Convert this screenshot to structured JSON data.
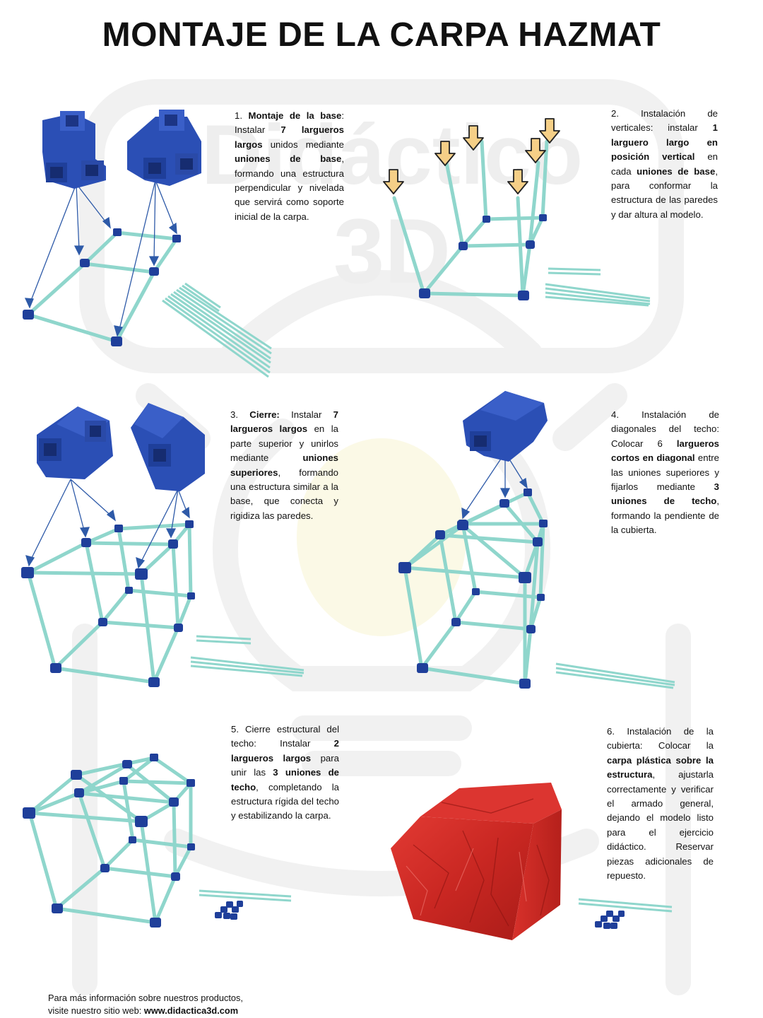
{
  "title": "MONTAJE DE LA CARPA HAZMAT",
  "steps": [
    {
      "number": "1.",
      "segments": [
        {
          "t": "1.",
          "b": false
        },
        {
          "t": " "
        },
        {
          "t": "Montaje de la base",
          "b": true
        },
        {
          "t": ": Instalar "
        },
        {
          "t": "7 largueros largos",
          "b": true
        },
        {
          "t": " unidos mediante "
        },
        {
          "t": "uniones de base",
          "b": true
        },
        {
          "t": ", formando una estructura perpendicular y nivelada que servirá como soporte inicial de la carpa."
        }
      ]
    },
    {
      "number": "2.",
      "segments": [
        {
          "t": "2. Instalación de verticales: instalar "
        },
        {
          "t": "1 larguero largo en posición vertical",
          "b": true
        },
        {
          "t": " en cada "
        },
        {
          "t": "uniones de base",
          "b": true
        },
        {
          "t": ", para conformar la estructura de las paredes y dar altura al modelo."
        }
      ]
    },
    {
      "number": "3.",
      "segments": [
        {
          "t": "3. "
        },
        {
          "t": "Cierre:",
          "b": true
        },
        {
          "t": " Instalar "
        },
        {
          "t": "7 largueros largos",
          "b": true
        },
        {
          "t": " en la parte superior y unirlos mediante "
        },
        {
          "t": "uniones superiores",
          "b": true
        },
        {
          "t": ", formando una estructura similar a la base, que conecta y rigidiza las paredes."
        }
      ]
    },
    {
      "number": "4.",
      "segments": [
        {
          "t": "4. Instalación de diagonales del techo: Colocar 6 "
        },
        {
          "t": "largueros cortos en diagonal",
          "b": true
        },
        {
          "t": " entre las uniones superiores y fijarlos mediante "
        },
        {
          "t": "3 uniones de techo",
          "b": true
        },
        {
          "t": ", formando la pendiente de la cubierta."
        }
      ]
    },
    {
      "number": "5.",
      "segments": [
        {
          "t": "5. Cierre estructural del techo: Instalar "
        },
        {
          "t": "2 largueros largos",
          "b": true
        },
        {
          "t": " para unir las "
        },
        {
          "t": "3 uniones de techo",
          "b": true
        },
        {
          "t": ", completando la estructura rígida del techo y estabilizando la carpa."
        }
      ]
    },
    {
      "number": "6.",
      "segments": [
        {
          "t": "6. Instalación de la cubierta: Colocar la "
        },
        {
          "t": "carpa plástica sobre la estructura",
          "b": true
        },
        {
          "t": ", ajustarla correctamente y verificar el armado general, dejando el modelo listo para el ejercicio didáctico. Reservar piezas adicionales de repuesto."
        }
      ]
    }
  ],
  "footer": {
    "line1": "Para más información sobre nuestros productos,",
    "line2_prefix": "visite nuestro sitio web: ",
    "website": "www.didactica3d.com"
  },
  "colors": {
    "rod": "#8fd6cc",
    "rod_dark": "#5fb3a8",
    "connector": "#1f3f9a",
    "connector_light": "#3a5fc8",
    "arrow": "#f5cf87",
    "arrow_outline": "#222222",
    "leader": "#2e5aa8",
    "cover": "#cc2a26",
    "watermark": "#f1f1f1"
  },
  "watermark": {
    "line1": "Didáctico",
    "line2": "3D"
  },
  "icons": [
    "base-connector-icon",
    "top-connector-icon",
    "roof-connector-icon",
    "down-arrow-icon",
    "spare-connectors-icon"
  ]
}
